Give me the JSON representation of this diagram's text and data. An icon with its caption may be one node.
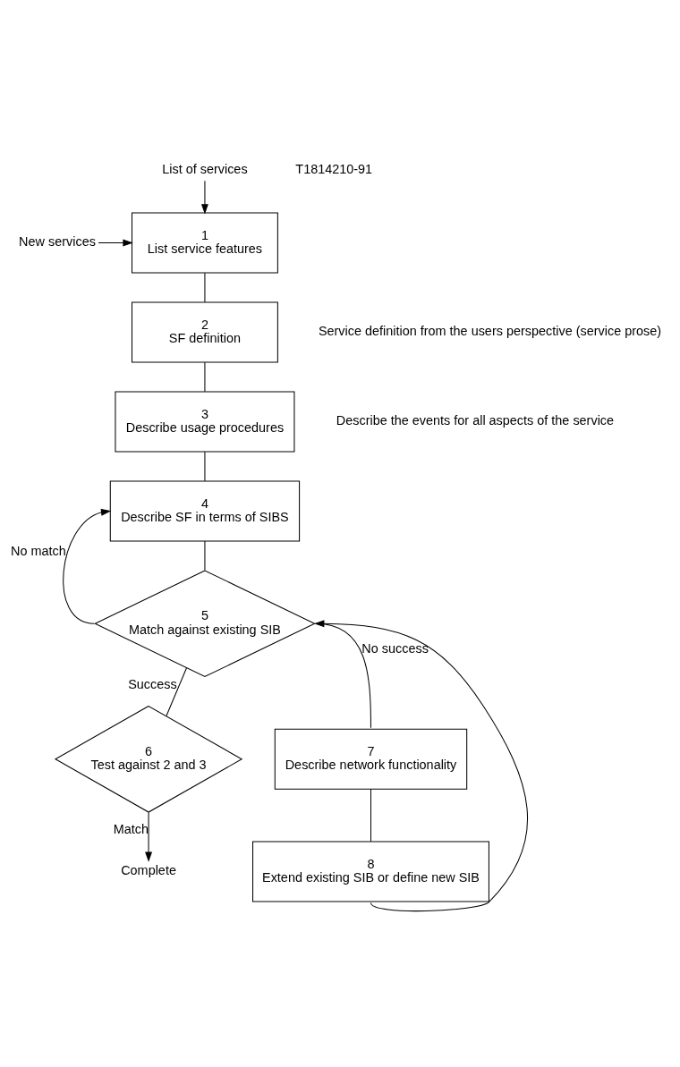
{
  "diagram": {
    "nodes": [
      {
        "text": [
          "List of services"
        ]
      },
      {
        "text": [
          "New services"
        ]
      },
      {
        "text": [
          "1",
          "List service features"
        ]
      },
      {
        "text": [
          "2",
          "SF definition"
        ],
        "beside": [
          "Service definition from the users perspective (service prose)"
        ]
      },
      {
        "text": [
          "3",
          "Describe usage procedures"
        ],
        "beside": [
          "Describe the events for all aspects of the service"
        ]
      },
      {
        "text": [
          "4",
          "Describe SF in terms of SIBS"
        ]
      },
      {
        "text": [
          "5",
          "Match against existing SIB"
        ]
      },
      {
        "text": [
          "7",
          "Describe network functionality"
        ]
      },
      {
        "text": [
          "8",
          "Extend existing SIB or define new SIB"
        ]
      },
      {
        "text": [
          "6",
          "Test against 2 and 3"
        ]
      },
      {
        "text": [
          "Complete"
        ]
      }
    ],
    "edges": [
      {
        "from": 0,
        "to": 2,
        "arrow": "to"
      },
      {
        "from": 1,
        "to": 2,
        "arrow": "to"
      },
      {
        "from": 2,
        "to": 3,
        "arrow": "none"
      },
      {
        "from": 3,
        "to": 4,
        "arrow": "none"
      },
      {
        "from": 4,
        "to": 5,
        "arrow": "none"
      },
      {
        "from": 6,
        "to": 5,
        "arrow": "to",
        "label": "No match"
      },
      {
        "from": 5,
        "to": 6,
        "arrow": "none"
      },
      {
        "from": 8,
        "to": 6,
        "arrow": "to"
      },
      {
        "from": 6,
        "to": 7,
        "arrow": "none",
        "label": "No success"
      },
      {
        "from": 7,
        "to": 8,
        "arrow": "none"
      },
      {
        "from": 6,
        "to": 9,
        "arrow": "none",
        "label": "Success"
      },
      {
        "from": 9,
        "to": 10,
        "arrow": "to",
        "label": "Match"
      }
    ],
    "labels": [
      "T1814210-91"
    ]
  }
}
